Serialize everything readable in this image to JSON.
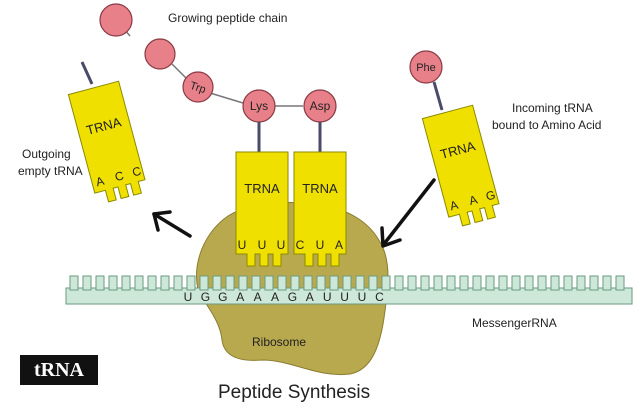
{
  "title": "Peptide Synthesis",
  "badge": "tRNA",
  "labels": {
    "growing_chain": "Growing peptide chain",
    "outgoing_line1": "Outgoing",
    "outgoing_line2": "empty tRNA",
    "incoming_line1": "Incoming  tRNA",
    "incoming_line2": "bound to Amino Acid",
    "ribosome": "Ribosome",
    "mrna": "MessengerRNA"
  },
  "amino_acids": {
    "trp": "Trp",
    "lys": "Lys",
    "asp": "Asp",
    "phe": "Phe"
  },
  "trna": {
    "outgoing": {
      "label": "TRNA",
      "anticodon": [
        "A",
        "C",
        "C"
      ]
    },
    "site_p": {
      "label": "TRNA",
      "anticodon": [
        "U",
        "U",
        "U"
      ]
    },
    "site_a": {
      "label": "TRNA",
      "anticodon": [
        "C",
        "U",
        "A"
      ]
    },
    "incoming": {
      "label": "TRNA",
      "anticodon": [
        "A",
        "A",
        "G"
      ]
    }
  },
  "mrna_sequence": [
    "U",
    "G",
    "G",
    "A",
    "A",
    "A",
    "G",
    "A",
    "U",
    "U",
    "U",
    "C"
  ],
  "colors": {
    "trna_fill": "#f0e000",
    "trna_stroke": "#8a8a00",
    "amino_fill": "#e8808a",
    "amino_stroke": "#8a3a44",
    "ribosome_fill": "#b8a94e",
    "mrna_fill": "#cde8d8",
    "mrna_stroke": "#6a9a80"
  }
}
